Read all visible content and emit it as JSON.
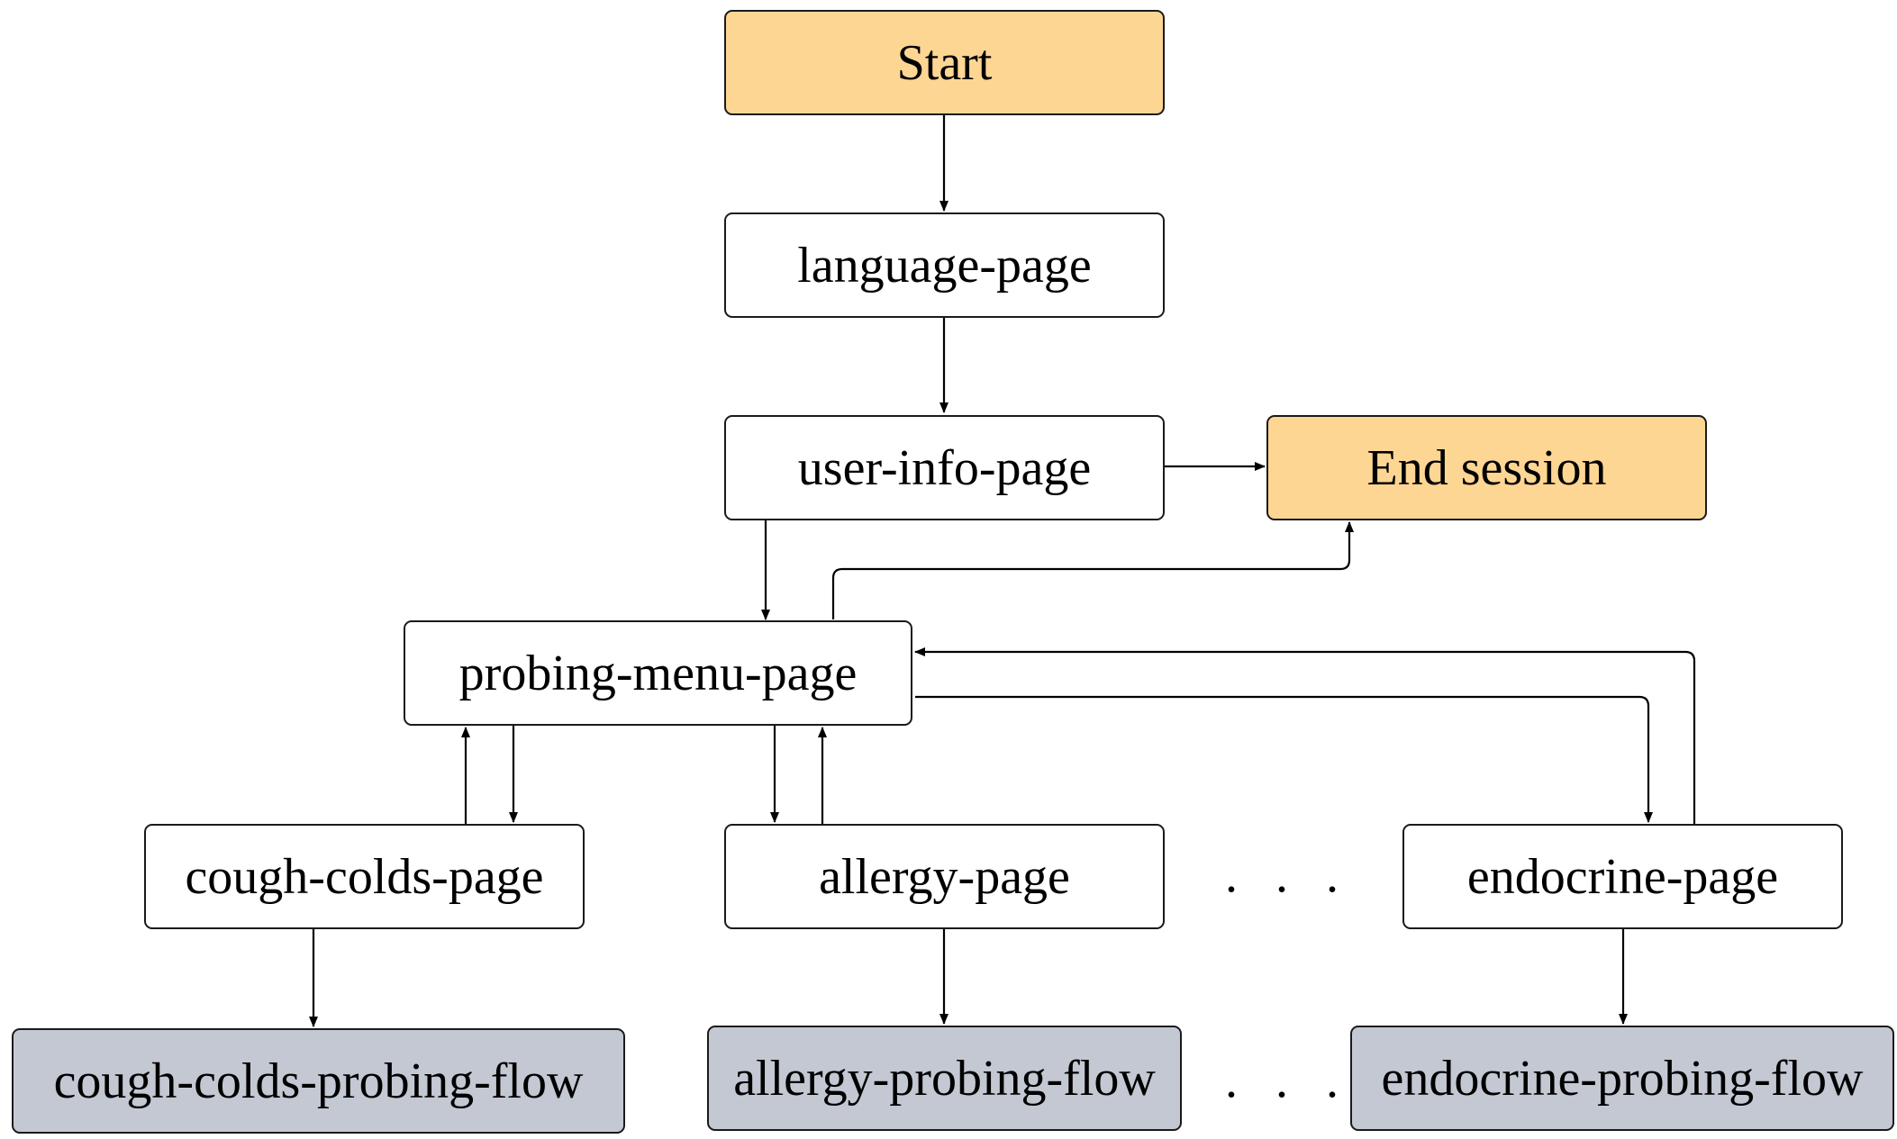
{
  "colors": {
    "terminal": "#fed694",
    "page": "#ffffff",
    "flow": "#c3c8d3",
    "stroke": "#1a1a1a"
  },
  "nodes": {
    "start": {
      "label": "Start",
      "kind": "terminal"
    },
    "language": {
      "label": "language-page",
      "kind": "page"
    },
    "user_info": {
      "label": "user-info-page",
      "kind": "page"
    },
    "end_session": {
      "label": "End session",
      "kind": "terminal"
    },
    "probing_menu": {
      "label": "probing-menu-page",
      "kind": "page"
    },
    "cough_colds": {
      "label": "cough-colds-page",
      "kind": "page"
    },
    "allergy": {
      "label": "allergy-page",
      "kind": "page"
    },
    "endocrine": {
      "label": "endocrine-page",
      "kind": "page"
    },
    "cough_colds_flow": {
      "label": "cough-colds-probing-flow",
      "kind": "flow"
    },
    "allergy_flow": {
      "label": "allergy-probing-flow",
      "kind": "flow"
    },
    "endocrine_flow": {
      "label": "endocrine-probing-flow",
      "kind": "flow"
    }
  },
  "ellipsis": {
    "pages": ". . .",
    "flows": ". . ."
  },
  "edges": [
    {
      "from": "start",
      "to": "language"
    },
    {
      "from": "language",
      "to": "user_info"
    },
    {
      "from": "user_info",
      "to": "end_session"
    },
    {
      "from": "user_info",
      "to": "probing_menu"
    },
    {
      "from": "probing_menu",
      "to": "end_session"
    },
    {
      "from": "endocrine",
      "to": "probing_menu"
    },
    {
      "from": "probing_menu",
      "to": "endocrine"
    },
    {
      "from": "cough_colds",
      "to": "probing_menu"
    },
    {
      "from": "probing_menu",
      "to": "cough_colds"
    },
    {
      "from": "probing_menu",
      "to": "allergy"
    },
    {
      "from": "allergy",
      "to": "probing_menu"
    },
    {
      "from": "cough_colds",
      "to": "cough_colds_flow"
    },
    {
      "from": "allergy",
      "to": "allergy_flow"
    },
    {
      "from": "endocrine",
      "to": "endocrine_flow"
    }
  ]
}
